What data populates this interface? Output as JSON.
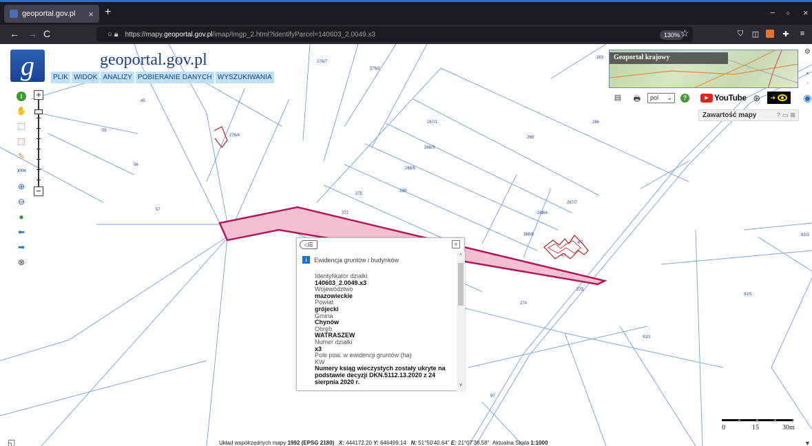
{
  "browser": {
    "tab_title": "geoportal.gov.pl",
    "tab_close": "×",
    "new_tab": "+",
    "url_prefix": "https://mapy.",
    "url_host": "geoportal.gov.pl",
    "url_path": "/imap/Imgp_2.html?identifyParcel=140603_2.0049.x3",
    "zoom": "130%",
    "back_glyph": "←",
    "forward_glyph": "→",
    "reload_glyph": "C",
    "window_minimize": "−",
    "window_restore": "▫",
    "window_close": "×"
  },
  "header": {
    "brand": "geoportal.gov.pl",
    "logo_glyph": "g",
    "menu": [
      "PLIK",
      "WIDOK",
      "ANALIZY",
      "POBIERANIE DANYCH",
      "WYSZUKIWANIA"
    ]
  },
  "overview": {
    "title": "Geoportal krajowy"
  },
  "toolbar": {
    "language": "pol",
    "youtube": "YouTube",
    "play_glyph": "▶",
    "help": "?",
    "arrow": "➜"
  },
  "contents_panel": {
    "title": "Zawartość mapy",
    "help": "?"
  },
  "popup": {
    "back_glyph": "◁☰",
    "close_glyph": "×",
    "section_icon": "i",
    "section_title": "Ewidencja gruntów i budynków",
    "fields": [
      {
        "label": "Identyfikator działki",
        "value": "140603_2.0049.x3"
      },
      {
        "label": "Województwo",
        "value": "mazowieckie"
      },
      {
        "label": "Powiat",
        "value": "grójecki"
      },
      {
        "label": "Gmina",
        "value": "Chynów"
      },
      {
        "label": "Obręb",
        "value": "WATRASZEW"
      },
      {
        "label": "Numer działki",
        "value": "x3"
      },
      {
        "label": "Pole pow. w ewidencji gruntów (ha)",
        "value": ""
      },
      {
        "label": "KW",
        "value": "Numery ksiąg wieczystych zostały ukryte na podstawie decyzji DKN.5112.13.2020 z 24 sierpnia 2020 r."
      }
    ],
    "scroll_up": "^",
    "scroll_down": "v"
  },
  "scale": {
    "labels": [
      "0",
      "15",
      "30m"
    ]
  },
  "status": {
    "prefix": "Układ współrzędnych mapy",
    "crs": "1992 (EPSG 2180)",
    "x_label": "X:",
    "x_value": "444172.20",
    "y_label": "Y:",
    "y_value": "646499.14",
    "n_label": "N:",
    "n_value": "51°50'40.64\"",
    "e_label": "E:",
    "e_value": "21°07'38.58\"",
    "scale_label": "Aktualna Skala",
    "scale_value": "1:1000"
  },
  "parcel_labels": [
    "276/7",
    "276/2",
    "276/4",
    "55",
    "56",
    "57",
    "45",
    "267/1",
    "268",
    "268/3",
    "268/5",
    "275",
    "269",
    "272",
    "268/4",
    "267/7",
    "268/8",
    "274",
    "273",
    "283",
    "92/3",
    "91/5",
    "91/1",
    "97",
    "286",
    "4/7",
    "47"
  ],
  "colors": {
    "parcel_line": "#7fa7e6",
    "highlight_fill": "#f4bfd0",
    "highlight_stroke": "#b0185a",
    "red_outline": "#c81e1e",
    "menu_bg": "#bfe1f5"
  }
}
